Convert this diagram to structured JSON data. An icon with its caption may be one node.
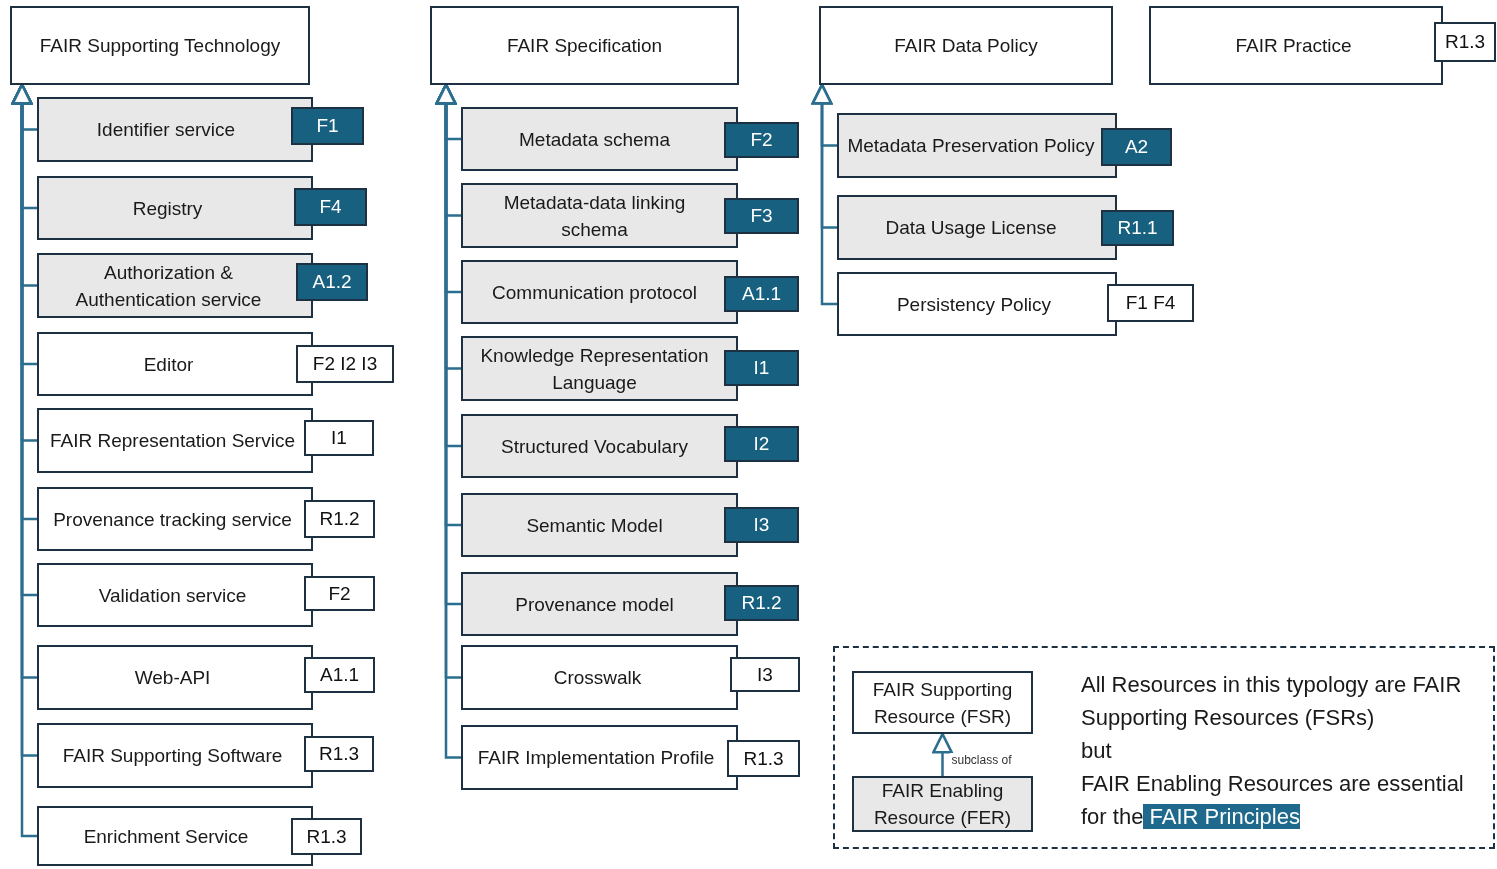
{
  "diagram": {
    "nodes": [
      {
        "text": [
          "FAIR Supporting Technology"
        ]
      },
      {
        "text": [
          "Identifier service"
        ],
        "beside": [
          "F1"
        ]
      },
      {
        "text": [
          "Registry"
        ],
        "beside": [
          "F4"
        ]
      },
      {
        "text": [
          "Authorization & Authentication service"
        ],
        "beside": [
          "A1.2"
        ]
      },
      {
        "text": [
          "Editor"
        ],
        "beside": [
          "F2 I2 I3"
        ]
      },
      {
        "text": [
          "FAIR Representation Service"
        ],
        "beside": [
          "I1"
        ]
      },
      {
        "text": [
          "Provenance tracking service"
        ],
        "beside": [
          "R1.2"
        ]
      },
      {
        "text": [
          "Validation service"
        ],
        "beside": [
          "F2"
        ]
      },
      {
        "text": [
          "Web-API"
        ],
        "beside": [
          "A1.1"
        ]
      },
      {
        "text": [
          "FAIR Supporting Software"
        ],
        "beside": [
          "R1.3"
        ]
      },
      {
        "text": [
          "Enrichment Service"
        ],
        "beside": [
          "R1.3"
        ]
      },
      {
        "text": [
          "FAIR Specification"
        ]
      },
      {
        "text": [
          "Metadata schema"
        ],
        "beside": [
          "F2"
        ]
      },
      {
        "text": [
          "Metadata-data linking schema"
        ],
        "beside": [
          "F3"
        ]
      },
      {
        "text": [
          "Communication protocol"
        ],
        "beside": [
          "A1.1"
        ]
      },
      {
        "text": [
          "Knowledge Representation Language"
        ],
        "beside": [
          "I1"
        ]
      },
      {
        "text": [
          "Structured Vocabulary"
        ],
        "beside": [
          "I2"
        ]
      },
      {
        "text": [
          "Semantic Model"
        ],
        "beside": [
          "I3"
        ]
      },
      {
        "text": [
          "Provenance model"
        ],
        "beside": [
          "R1.2"
        ]
      },
      {
        "text": [
          "Crosswalk"
        ],
        "beside": [
          "I3"
        ]
      },
      {
        "text": [
          "FAIR Implementation Profile"
        ],
        "beside": [
          "R1.3"
        ]
      },
      {
        "text": [
          "FAIR Data Policy"
        ]
      },
      {
        "text": [
          "Metadata Preservation Policy"
        ],
        "beside": [
          "A2"
        ]
      },
      {
        "text": [
          "Data Usage License"
        ],
        "beside": [
          "R1.1"
        ]
      },
      {
        "text": [
          "Persistency Policy"
        ],
        "beside": [
          "F1 F4"
        ]
      },
      {
        "text": [
          "FAIR Practice"
        ],
        "beside": [
          "R1.3"
        ]
      },
      {
        "text": [
          "All Resources in this typology are FAIR Supporting Resources (FSRs)",
          "but",
          "FAIR Enabling Resources are essential for the",
          "FAIR Principles"
        ]
      },
      {
        "text": [
          "FAIR Supporting Resource (FSR)"
        ],
        "in": 26
      },
      {
        "text": [
          "FAIR Enabling Resource (FER)"
        ],
        "in": 26
      }
    ],
    "edges": [
      {
        "from": 1,
        "to": 0,
        "arrow": "to"
      },
      {
        "from": 2,
        "to": 0,
        "arrow": "to"
      },
      {
        "from": 3,
        "to": 0,
        "arrow": "to"
      },
      {
        "from": 4,
        "to": 0,
        "arrow": "to"
      },
      {
        "from": 5,
        "to": 0,
        "arrow": "to"
      },
      {
        "from": 6,
        "to": 0,
        "arrow": "to"
      },
      {
        "from": 7,
        "to": 0,
        "arrow": "to"
      },
      {
        "from": 8,
        "to": 0,
        "arrow": "to"
      },
      {
        "from": 9,
        "to": 0,
        "arrow": "to"
      },
      {
        "from": 10,
        "to": 0,
        "arrow": "to"
      },
      {
        "from": 12,
        "to": 11,
        "arrow": "to"
      },
      {
        "from": 13,
        "to": 11,
        "arrow": "to"
      },
      {
        "from": 14,
        "to": 11,
        "arrow": "to"
      },
      {
        "from": 15,
        "to": 11,
        "arrow": "to"
      },
      {
        "from": 16,
        "to": 11,
        "arrow": "to"
      },
      {
        "from": 17,
        "to": 11,
        "arrow": "to"
      },
      {
        "from": 18,
        "to": 11,
        "arrow": "to"
      },
      {
        "from": 19,
        "to": 11,
        "arrow": "to"
      },
      {
        "from": 20,
        "to": 11,
        "arrow": "to"
      },
      {
        "from": 22,
        "to": 21,
        "arrow": "to"
      },
      {
        "from": 23,
        "to": 21,
        "arrow": "to"
      },
      {
        "from": 24,
        "to": 21,
        "arrow": "to"
      },
      {
        "from": 28,
        "to": 27,
        "arrow": "to",
        "label": "subclass of"
      }
    ]
  }
}
